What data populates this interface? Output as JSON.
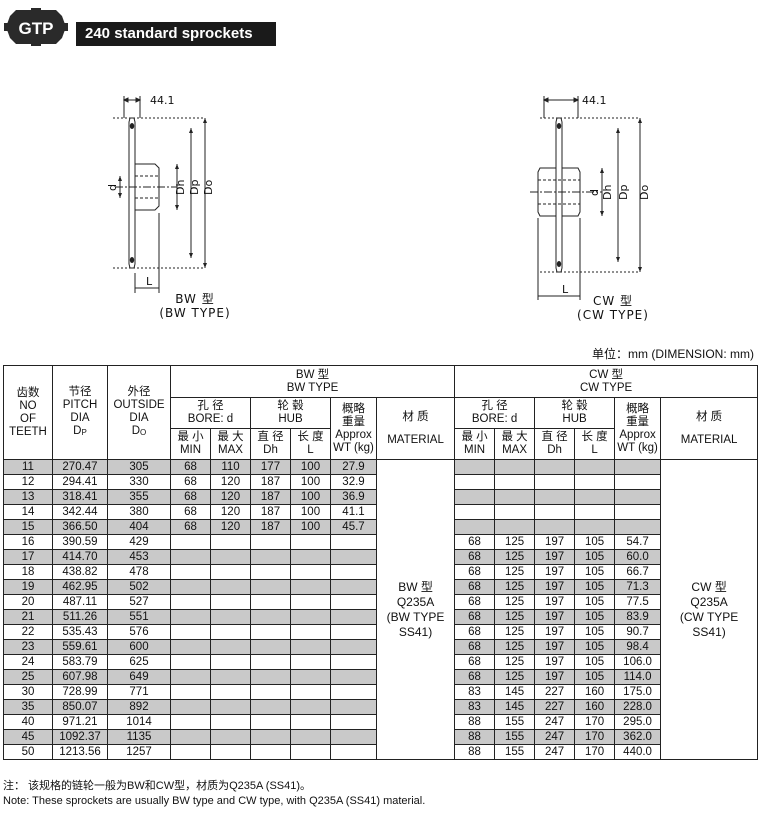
{
  "header": {
    "logo_text": "GTP",
    "title": "240  standard sprockets"
  },
  "drawings": {
    "bw": {
      "dim_width": "44.1",
      "label_d": "d",
      "label_dh": "Dh",
      "label_dp": "Dp",
      "label_do": "Do",
      "label_l": "L",
      "caption_cn": "BW 型",
      "caption_en": "(BW  TYPE)"
    },
    "cw": {
      "dim_width": "44.1",
      "label_d": "d",
      "label_dh": "Dh",
      "label_dp": "Dp",
      "label_do": "Do",
      "label_l": "L",
      "caption_cn": "CW 型",
      "caption_en": "(CW  TYPE)"
    }
  },
  "unit_note": "单位：mm (DIMENSION: mm)",
  "table": {
    "head": {
      "teeth": [
        "齿数",
        "NO",
        "OF",
        "TEETH"
      ],
      "pitch": [
        "节径",
        "PITCH",
        "DIA",
        "D"
      ],
      "pitch_sub": "P",
      "outside": [
        "外径",
        "OUTSIDE",
        "DIA",
        "D"
      ],
      "outside_sub": "O",
      "bw_type": [
        "BW 型",
        "BW TYPE"
      ],
      "cw_type": [
        "CW 型",
        "CW TYPE"
      ],
      "bore": [
        "孔 径",
        "BORE: d"
      ],
      "hub": [
        "轮 毂",
        "HUB"
      ],
      "weight": [
        "概略",
        "重量",
        "Approx",
        "WT (kg)"
      ],
      "material": [
        "材 质",
        "MATERIAL"
      ],
      "min": [
        "最 小",
        "MIN"
      ],
      "max": [
        "最 大",
        "MAX"
      ],
      "dia": [
        "直 径",
        "Dh"
      ],
      "len": [
        "长 度",
        "L"
      ]
    },
    "rows": [
      {
        "teeth": "11",
        "pitch": "270.47",
        "outside": "305",
        "bw": [
          "68",
          "110",
          "177",
          "100",
          "27.9"
        ],
        "cw": [
          "",
          "",
          "",
          "",
          ""
        ]
      },
      {
        "teeth": "12",
        "pitch": "294.41",
        "outside": "330",
        "bw": [
          "68",
          "120",
          "187",
          "100",
          "32.9"
        ],
        "cw": [
          "",
          "",
          "",
          "",
          ""
        ]
      },
      {
        "teeth": "13",
        "pitch": "318.41",
        "outside": "355",
        "bw": [
          "68",
          "120",
          "187",
          "100",
          "36.9"
        ],
        "cw": [
          "",
          "",
          "",
          "",
          ""
        ]
      },
      {
        "teeth": "14",
        "pitch": "342.44",
        "outside": "380",
        "bw": [
          "68",
          "120",
          "187",
          "100",
          "41.1"
        ],
        "cw": [
          "",
          "",
          "",
          "",
          ""
        ]
      },
      {
        "teeth": "15",
        "pitch": "366.50",
        "outside": "404",
        "bw": [
          "68",
          "120",
          "187",
          "100",
          "45.7"
        ],
        "cw": [
          "",
          "",
          "",
          "",
          ""
        ]
      },
      {
        "teeth": "16",
        "pitch": "390.59",
        "outside": "429",
        "bw": [
          "",
          "",
          "",
          "",
          ""
        ],
        "cw": [
          "68",
          "125",
          "197",
          "105",
          "54.7"
        ]
      },
      {
        "teeth": "17",
        "pitch": "414.70",
        "outside": "453",
        "bw": [
          "",
          "",
          "",
          "",
          ""
        ],
        "cw": [
          "68",
          "125",
          "197",
          "105",
          "60.0"
        ]
      },
      {
        "teeth": "18",
        "pitch": "438.82",
        "outside": "478",
        "bw": [
          "",
          "",
          "",
          "",
          ""
        ],
        "cw": [
          "68",
          "125",
          "197",
          "105",
          "66.7"
        ]
      },
      {
        "teeth": "19",
        "pitch": "462.95",
        "outside": "502",
        "bw": [
          "",
          "",
          "",
          "",
          ""
        ],
        "cw": [
          "68",
          "125",
          "197",
          "105",
          "71.3"
        ]
      },
      {
        "teeth": "20",
        "pitch": "487.11",
        "outside": "527",
        "bw": [
          "",
          "",
          "",
          "",
          ""
        ],
        "cw": [
          "68",
          "125",
          "197",
          "105",
          "77.5"
        ]
      },
      {
        "teeth": "21",
        "pitch": "511.26",
        "outside": "551",
        "bw": [
          "",
          "",
          "",
          "",
          ""
        ],
        "cw": [
          "68",
          "125",
          "197",
          "105",
          "83.9"
        ]
      },
      {
        "teeth": "22",
        "pitch": "535.43",
        "outside": "576",
        "bw": [
          "",
          "",
          "",
          "",
          ""
        ],
        "cw": [
          "68",
          "125",
          "197",
          "105",
          "90.7"
        ]
      },
      {
        "teeth": "23",
        "pitch": "559.61",
        "outside": "600",
        "bw": [
          "",
          "",
          "",
          "",
          ""
        ],
        "cw": [
          "68",
          "125",
          "197",
          "105",
          "98.4"
        ]
      },
      {
        "teeth": "24",
        "pitch": "583.79",
        "outside": "625",
        "bw": [
          "",
          "",
          "",
          "",
          ""
        ],
        "cw": [
          "68",
          "125",
          "197",
          "105",
          "106.0"
        ]
      },
      {
        "teeth": "25",
        "pitch": "607.98",
        "outside": "649",
        "bw": [
          "",
          "",
          "",
          "",
          ""
        ],
        "cw": [
          "68",
          "125",
          "197",
          "105",
          "114.0"
        ]
      },
      {
        "teeth": "30",
        "pitch": "728.99",
        "outside": "771",
        "bw": [
          "",
          "",
          "",
          "",
          ""
        ],
        "cw": [
          "83",
          "145",
          "227",
          "160",
          "175.0"
        ]
      },
      {
        "teeth": "35",
        "pitch": "850.07",
        "outside": "892",
        "bw": [
          "",
          "",
          "",
          "",
          ""
        ],
        "cw": [
          "83",
          "145",
          "227",
          "160",
          "228.0"
        ]
      },
      {
        "teeth": "40",
        "pitch": "971.21",
        "outside": "1014",
        "bw": [
          "",
          "",
          "",
          "",
          ""
        ],
        "cw": [
          "88",
          "155",
          "247",
          "170",
          "295.0"
        ]
      },
      {
        "teeth": "45",
        "pitch": "1092.37",
        "outside": "1135",
        "bw": [
          "",
          "",
          "",
          "",
          ""
        ],
        "cw": [
          "88",
          "155",
          "247",
          "170",
          "362.0"
        ]
      },
      {
        "teeth": "50",
        "pitch": "1213.56",
        "outside": "1257",
        "bw": [
          "",
          "",
          "",
          "",
          ""
        ],
        "cw": [
          "88",
          "155",
          "247",
          "170",
          "440.0"
        ]
      }
    ],
    "bw_material": [
      "BW 型",
      "Q235A",
      "(BW TYPE",
      "SS41)"
    ],
    "cw_material": [
      "CW 型",
      "Q235A",
      "(CW TYPE",
      "SS41)"
    ]
  },
  "notes": {
    "cn": "注：  该规格的链轮一般为BW和CW型，材质为Q235A (SS41)。",
    "en": "Note: These sprockets are usually BW type and CW type, with Q235A (SS41) material."
  }
}
